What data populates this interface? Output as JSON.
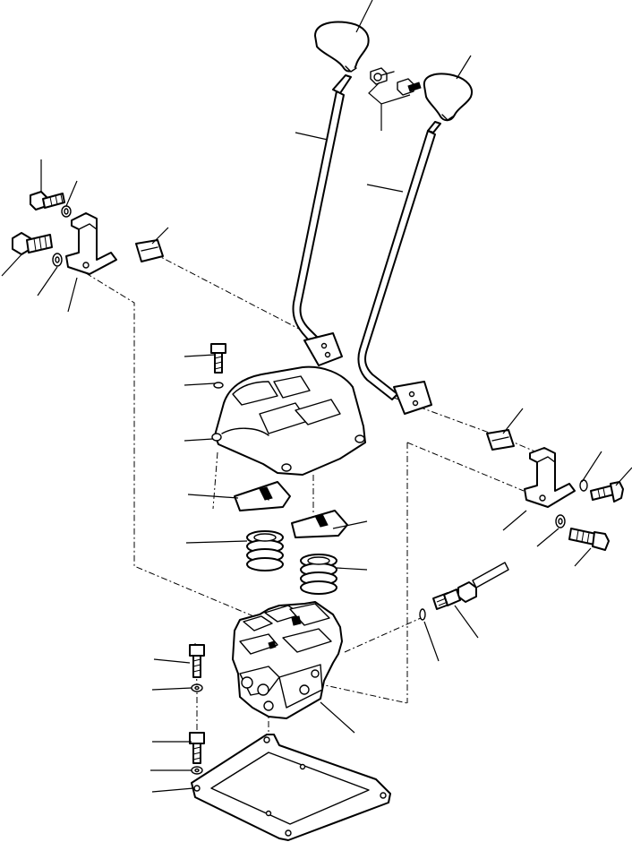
{
  "diagram": {
    "parts": [
      {
        "name": "knob-left"
      },
      {
        "name": "knob-right"
      },
      {
        "name": "lever-rod-left"
      },
      {
        "name": "lever-rod-right"
      },
      {
        "name": "screw-pair"
      },
      {
        "name": "bracket-left"
      },
      {
        "name": "bracket-right"
      },
      {
        "name": "block-left"
      },
      {
        "name": "block-right"
      },
      {
        "name": "cover"
      },
      {
        "name": "retainer-plate-left"
      },
      {
        "name": "retainer-plate-right"
      },
      {
        "name": "spring-left"
      },
      {
        "name": "spring-right"
      },
      {
        "name": "pilot-valve-body"
      },
      {
        "name": "gasket-plate"
      },
      {
        "name": "hose-fitting"
      },
      {
        "name": "o-ring"
      },
      {
        "name": "bolts-and-washers"
      }
    ]
  }
}
